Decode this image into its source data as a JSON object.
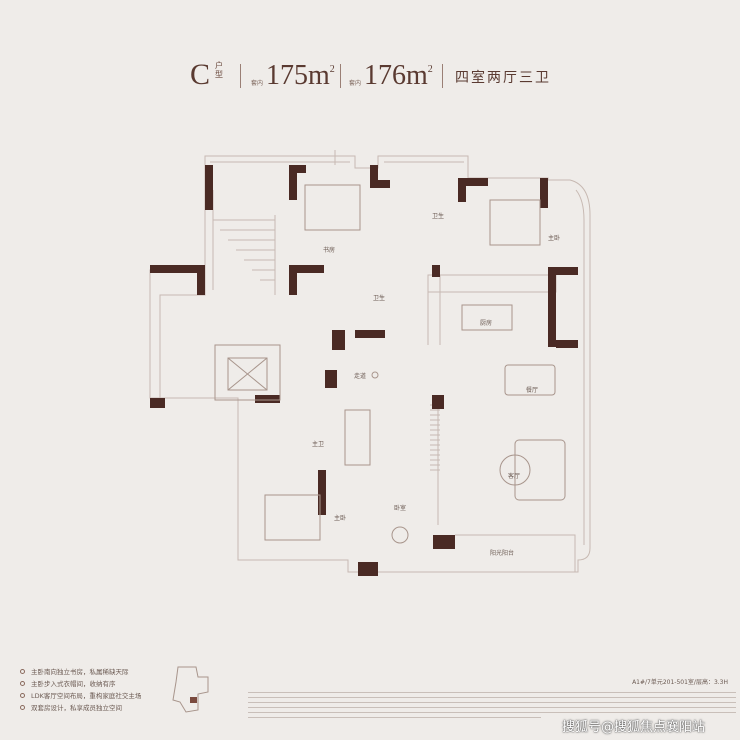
{
  "header": {
    "type_letter": "C",
    "type_sub": "户型",
    "area1_label": "套内",
    "area1": "175m",
    "area2_label": "套内",
    "area2": "176m",
    "sup": "2",
    "rooms": "四室两厅三卫"
  },
  "rooms": {
    "study": "书房",
    "bath_top": "卫生",
    "bedroom_top": "主卧",
    "bath_small": "卫生",
    "kitchen": "厨房",
    "dining": "餐厅",
    "corridor": "走道",
    "master_bath": "主卫",
    "living": "客厅",
    "bedroom_bottom": "主卧",
    "bedroom_mid": "卧室",
    "balcony": "阳光阳台"
  },
  "features": [
    "主卧南向独立书房，私属稀缺天际",
    "主卧步入式衣帽间，收纳有序",
    "LDK客厅空间布局，重构家庭社交主场",
    "双套房设计，私享成员独立空间"
  ],
  "unit_info": "A1#/7单元201-501室/层高：3.3H",
  "watermark": "搜狐号@搜狐焦点襄阳站"
}
